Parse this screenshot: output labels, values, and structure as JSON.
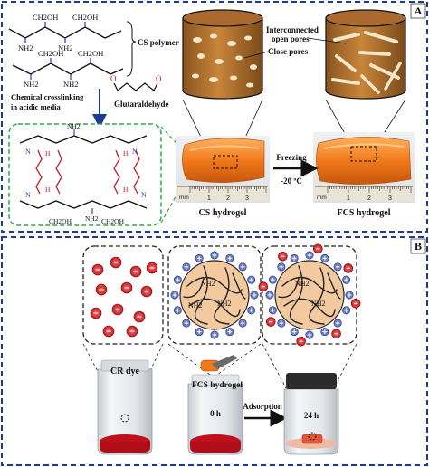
{
  "panel_a": {
    "letter": "A",
    "cs_polymer_label": "CS polymer",
    "crosslink_line1": "Chemical crosslinking",
    "crosslink_line2": "in acidic media",
    "glutaraldehyde_label": "Glutaraldehyde",
    "ch2oh": "CH2OH",
    "nh2": "NH2",
    "n_letter": "N",
    "h_letter": "H",
    "o_letter": "O",
    "interconnected_line1": "Interconnected",
    "interconnected_line2": "open pores",
    "close_pores_label": "Close pores",
    "freezing_label": "Freezing",
    "temperature_label": "-20 ºC",
    "cs_hydrogel_label": "CS hydrogel",
    "fcs_hydrogel_label": "FCS hydrogel",
    "ruler_unit": "mm",
    "ruler_ticks": [
      "1",
      "2",
      "3"
    ]
  },
  "panel_b": {
    "letter": "B",
    "cr_dye_label": "CR dye",
    "fcs_hydrogel_label": "FCS hydrogel",
    "time_zero": "0 h",
    "adsorption_label": "Adsorption",
    "time_24": "24 h",
    "nh2_label": "NH2"
  },
  "colors": {
    "frame_blue": "#1f3a93",
    "green_dash": "#2aa84a",
    "red_dye": "#d0202a",
    "hydrogel_orange": "#f07a1a",
    "bond_red": "#c0202a",
    "bond_blue": "#2a3aa8",
    "cylinder_tan": "#c8853a",
    "mesh_fill": "#f3c9a0"
  }
}
